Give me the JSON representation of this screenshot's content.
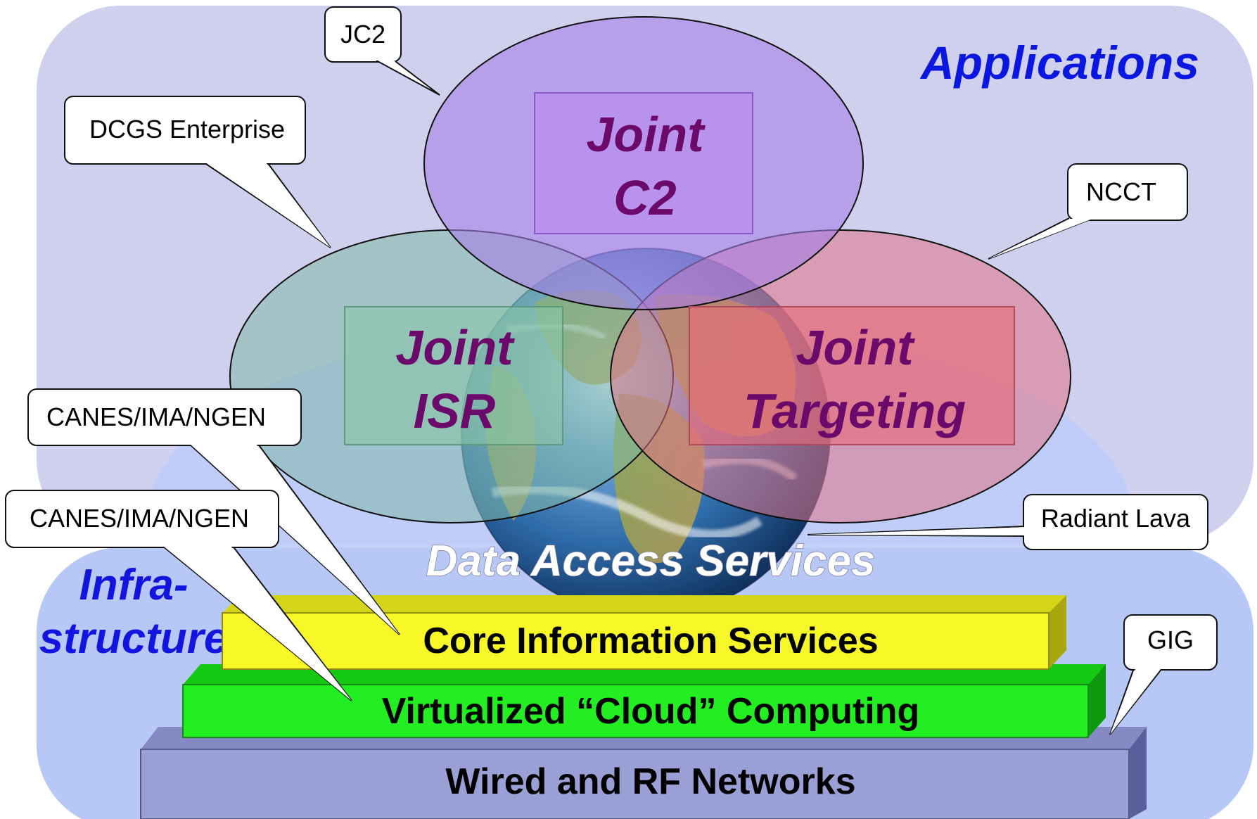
{
  "layers": {
    "applications_label": "Applications",
    "infrastructure_label_line1": "Infra-",
    "infrastructure_label_line2": "structure",
    "data_access_services": "Data Access Services"
  },
  "joint_areas": {
    "c2": {
      "line1": "Joint",
      "line2": "C2",
      "color": "#a77ee6"
    },
    "isr": {
      "line1": "Joint",
      "line2": "ISR",
      "color": "#7fb8a8"
    },
    "targeting": {
      "line1": "Joint",
      "line2": "Targeting",
      "color": "#e07286"
    }
  },
  "bars": {
    "core_information_services": "Core Information Services",
    "virtualized_cloud_computing": "Virtualized  “Cloud” Computing",
    "wired_rf_networks": "Wired and RF Networks"
  },
  "callouts": {
    "jc2": "JC2",
    "dcgs_enterprise": "DCGS Enterprise",
    "ncct": "NCCT",
    "canes_1": "CANES/IMA/NGEN",
    "canes_2": "CANES/IMA/NGEN",
    "radiant_lava": "Radiant Lava",
    "gig": "GIG"
  },
  "colors": {
    "applications_bg": "#cfd0ee",
    "infrastructure_bg": "#b8c8f6",
    "core_bar": "#f8f828",
    "cloud_bar": "#22ee22",
    "network_bar": "#9a9fd6"
  }
}
